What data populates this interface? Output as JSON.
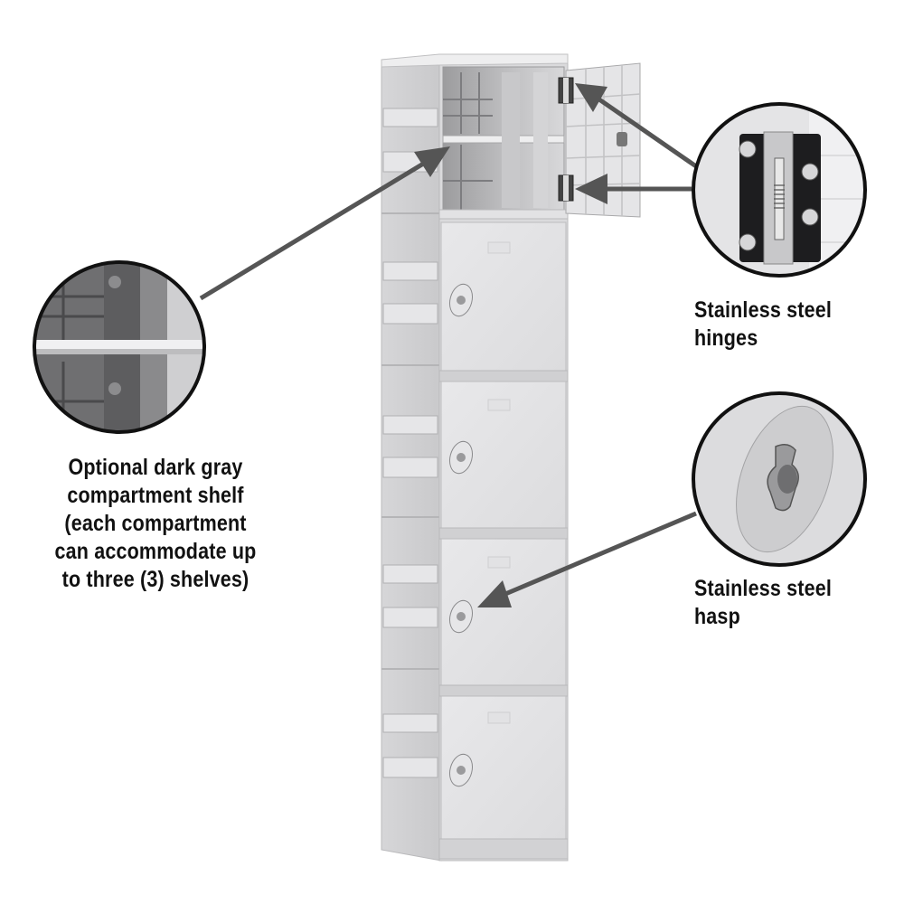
{
  "product": {
    "type": "plastic locker",
    "compartments": 5,
    "top_door_state": "open"
  },
  "callouts": [
    {
      "id": "shelf",
      "lines": [
        "Optional dark gray",
        "compartment shelf",
        "(each compartment",
        "can accommodate up",
        "to three (3) shelves)"
      ],
      "detail_image": "shelf-detail"
    },
    {
      "id": "hinges",
      "lines": [
        "Stainless steel",
        "hinges"
      ],
      "detail_image": "hinge-detail"
    },
    {
      "id": "hasp",
      "lines": [
        "Stainless steel",
        "hasp"
      ],
      "detail_image": "hasp-detail"
    }
  ],
  "colors": {
    "background": "#ffffff",
    "text": "#111111",
    "arrow": "#555555",
    "locker_body": "#d9d9db",
    "locker_door": "#e3e3e5",
    "locker_side": "#cfcfd1",
    "circle_border": "#111111"
  }
}
